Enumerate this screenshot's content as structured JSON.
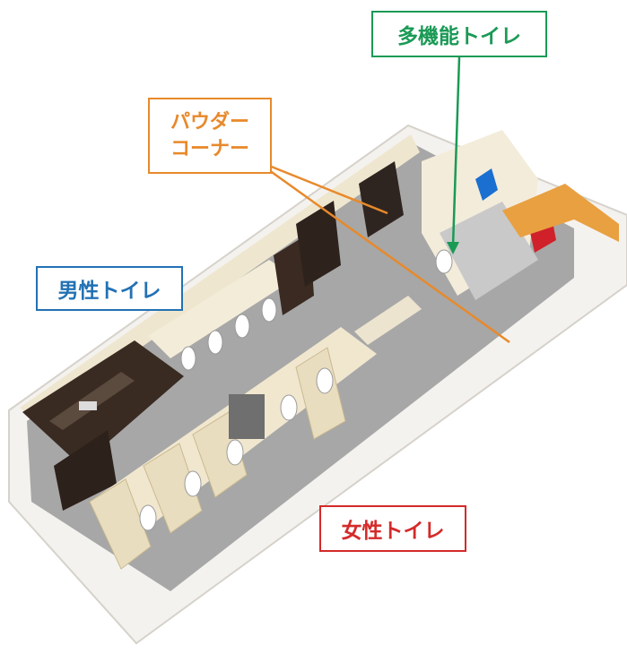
{
  "labels": {
    "multipurpose": {
      "text": "多機能トイレ",
      "color": "#1a9a55"
    },
    "powder": {
      "line1": "パウダー",
      "line2": "コーナー",
      "color": "#e8892b"
    },
    "men": {
      "text": "男性トイレ",
      "color": "#2271b3"
    },
    "women": {
      "text": "女性トイレ",
      "color": "#d42a2a"
    }
  },
  "colors": {
    "floor": "#a9a9a9",
    "wall_light": "#f0e6d0",
    "dark_panel": "#3a2a22",
    "blue_door": "#1b6fd0",
    "red_door": "#d0202a",
    "orange_floor": "#e9a040"
  }
}
